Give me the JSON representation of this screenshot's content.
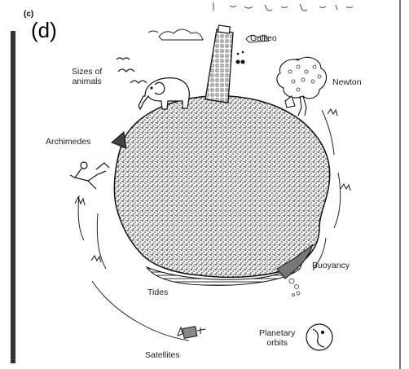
{
  "panel": {
    "small_label": "(c)",
    "large_label": "(d)"
  },
  "labels": {
    "galileo": "Galileo",
    "sizes_of_animals": "Sizes of\nanimals",
    "newton": "Newton",
    "archimedes": "Archimedes",
    "buoyancy": "Buoyancy",
    "tides": "Tides",
    "satellites": "Satellites",
    "planetary_orbits": "Planetary\norbits"
  },
  "colors": {
    "ink": "#1a1a1a",
    "stipple": "#333333",
    "background": "#ffffff"
  }
}
